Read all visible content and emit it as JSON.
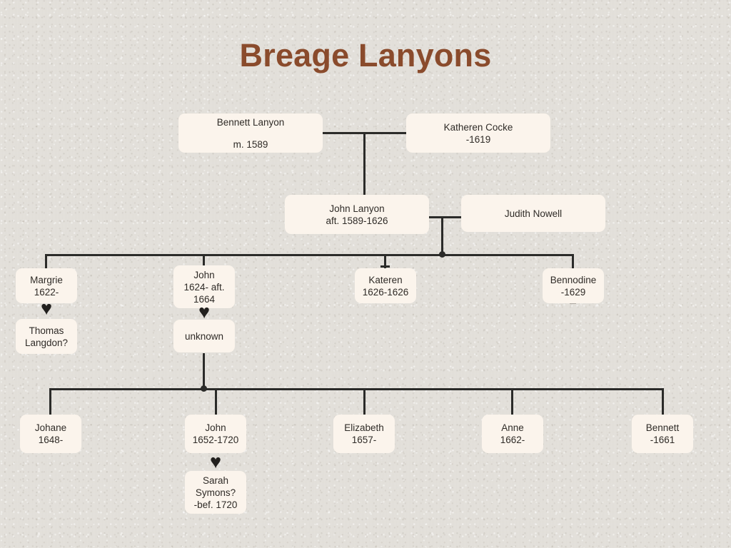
{
  "document": {
    "title": "Breage Lanyons",
    "type": "family-tree-chart"
  },
  "theme": {
    "background": "#e4e1db",
    "title_color": "#8a4b2c",
    "node_fill": "#fbf4ec",
    "line_color": "#2b2b29",
    "text_color": "#2f2b27"
  },
  "generations": [
    {
      "id": "gen1",
      "people": [
        {
          "id": "bennett-lanyon",
          "name": "Bennett Lanyon",
          "detail": "m. 1589"
        },
        {
          "id": "katheren-cocke",
          "name": "Katheren Cocke",
          "detail": "-1619"
        }
      ]
    },
    {
      "id": "gen2",
      "people": [
        {
          "id": "john-lanyon",
          "name": "John Lanyon",
          "detail": "aft. 1589-1626"
        },
        {
          "id": "judith-nowell",
          "name": "Judith Nowell",
          "detail": ""
        }
      ]
    },
    {
      "id": "gen3",
      "people": [
        {
          "id": "margrie",
          "name": "Margrie",
          "detail": "1622-"
        },
        {
          "id": "thomas-langdon",
          "name": "Thomas",
          "detail": "Langdon?"
        },
        {
          "id": "john-1624",
          "name": "John",
          "detail": "1624- aft.",
          "detail2": "1664"
        },
        {
          "id": "unknown-spouse",
          "name": "unknown",
          "detail": ""
        },
        {
          "id": "kateren",
          "name": "Kateren",
          "detail": "1626-1626"
        },
        {
          "id": "bennodine",
          "name": "Bennodine",
          "detail": "-1629"
        }
      ]
    },
    {
      "id": "gen4",
      "people": [
        {
          "id": "johane",
          "name": "Johane",
          "detail": "1648-"
        },
        {
          "id": "john-1652",
          "name": "John",
          "detail": "1652-1720"
        },
        {
          "id": "sarah-symons",
          "name": "Sarah",
          "detail": "Symons?",
          "detail2": "-bef. 1720"
        },
        {
          "id": "elizabeth",
          "name": "Elizabeth",
          "detail": "1657-"
        },
        {
          "id": "anne",
          "name": "Anne",
          "detail": "1662-"
        },
        {
          "id": "bennett-1661",
          "name": "Bennett",
          "detail": "-1661"
        }
      ]
    }
  ],
  "marriage_icon": "heart-icon",
  "marriage_glyph": "♥"
}
